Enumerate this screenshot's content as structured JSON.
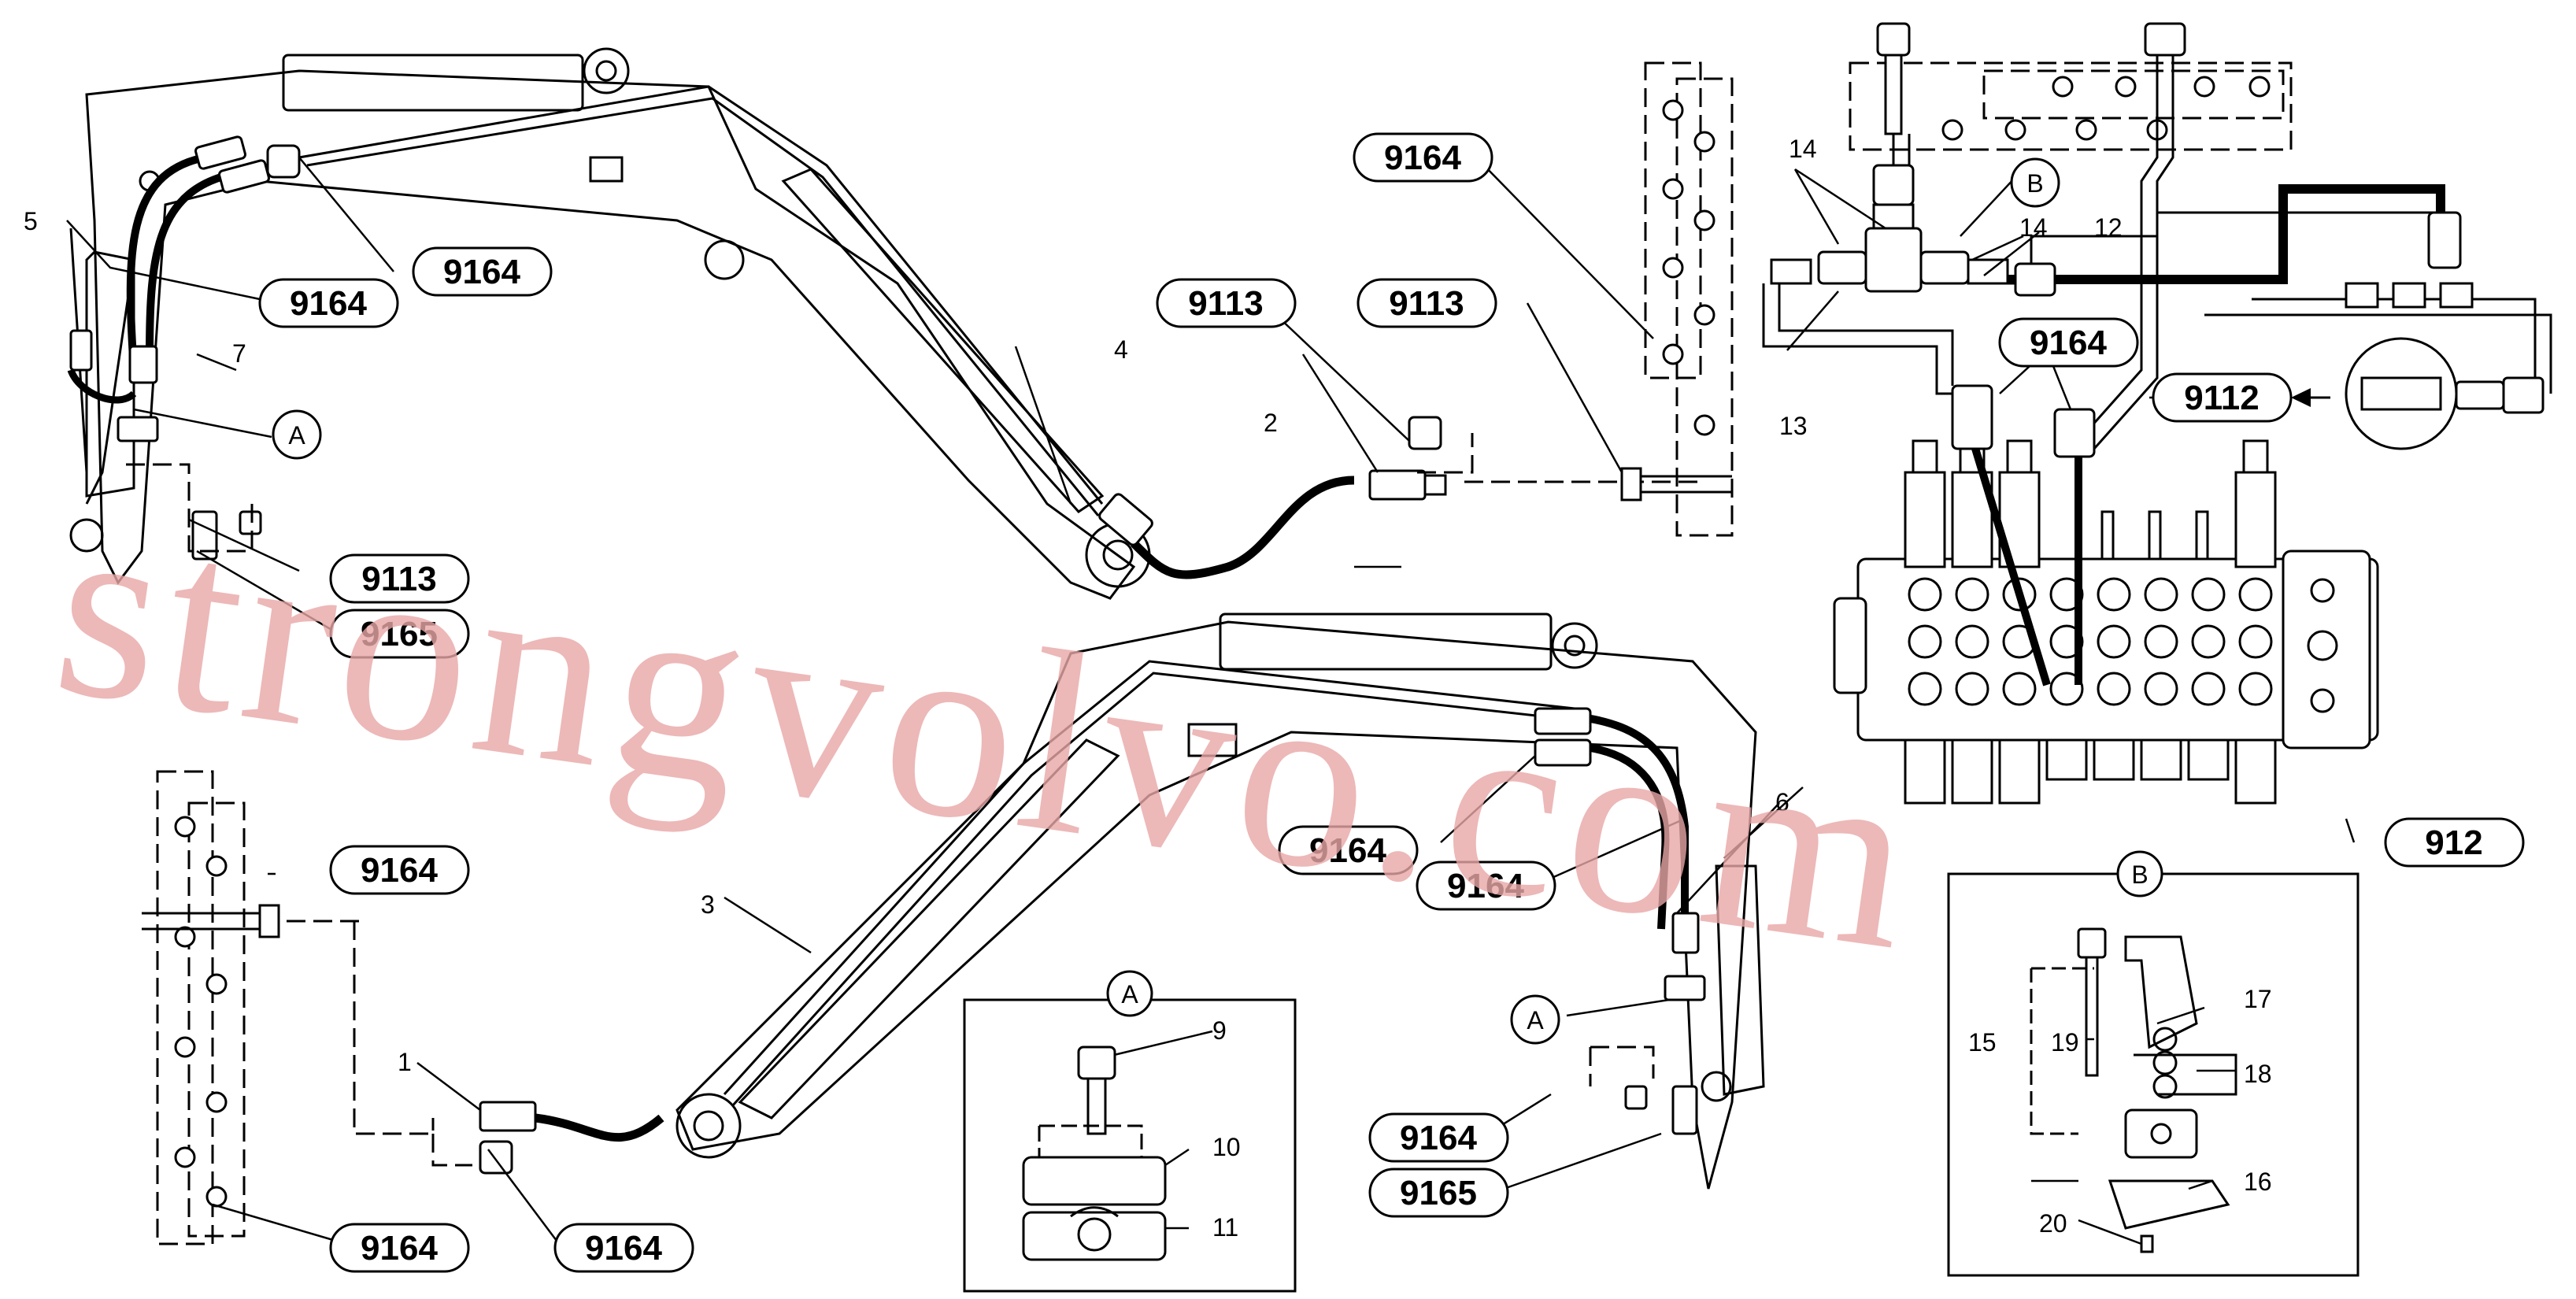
{
  "part_labels": {
    "p9164": "9164",
    "p9113": "9113",
    "p9165": "9165",
    "p9112": "9112",
    "p912": "912"
  },
  "callouts": {
    "c1": "1",
    "c2": "2",
    "c3": "3",
    "c4": "4",
    "c5": "5",
    "c6": "6",
    "c7": "7",
    "c9": "9",
    "c10": "10",
    "c11": "11",
    "c12": "12",
    "c13": "13",
    "c14": "14",
    "c15": "15",
    "c16": "16",
    "c17": "17",
    "c18": "18",
    "c19": "19",
    "c20": "20"
  },
  "detail_refs": {
    "a": "A",
    "b": "B"
  },
  "watermark": "strongvolvo.com",
  "colors": {
    "line": "#000000",
    "watermark": "#e9a7a7",
    "background": "#ffffff"
  }
}
